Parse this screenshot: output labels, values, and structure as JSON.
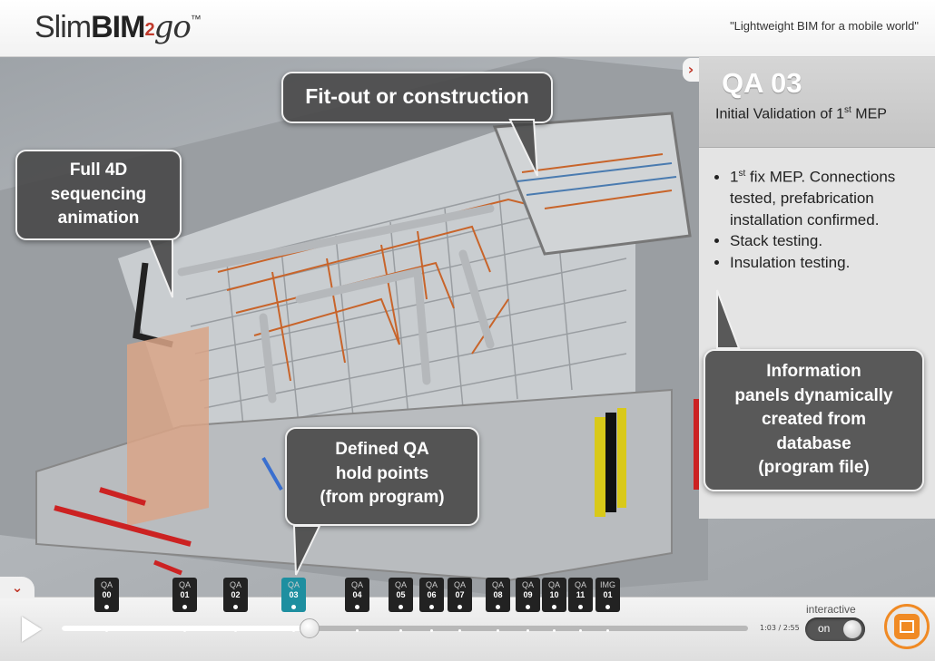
{
  "header": {
    "logo": {
      "slim": "Slim",
      "bim": "BIM",
      "two": "2",
      "go": "go",
      "tm": "™"
    },
    "tagline": "\"Lightweight BIM for a mobile world\""
  },
  "panel": {
    "title": "QA 03",
    "subtitle_pre": "Initial Validation of 1",
    "subtitle_sup": "st",
    "subtitle_post": " MEP",
    "bullets": [
      {
        "pre": "1",
        "sup": "st",
        "post": " fix MEP. Connections tested, prefabrication installation confirmed."
      },
      {
        "text": "Stack testing."
      },
      {
        "text": "Insulation testing."
      }
    ],
    "nav_icon": "chevron-right-icon"
  },
  "callouts": {
    "fitout": "Fit-out or construction",
    "sequencing": [
      "Full 4D",
      "sequencing",
      "animation"
    ],
    "holdpoints": [
      "Defined QA",
      "hold points",
      "(from program)"
    ],
    "info": [
      "Information",
      "panels dynamically",
      "created from",
      "database",
      "(program file)"
    ]
  },
  "timeline": {
    "markers": [
      {
        "top": "QA",
        "bottom": "00"
      },
      {
        "top": "QA",
        "bottom": "01"
      },
      {
        "top": "QA",
        "bottom": "02"
      },
      {
        "top": "QA",
        "bottom": "03",
        "active": true
      },
      {
        "top": "QA",
        "bottom": "04"
      },
      {
        "top": "QA",
        "bottom": "05"
      },
      {
        "top": "QA",
        "bottom": "06"
      },
      {
        "top": "QA",
        "bottom": "07"
      },
      {
        "top": "QA",
        "bottom": "08"
      },
      {
        "top": "QA",
        "bottom": "09"
      },
      {
        "top": "QA",
        "bottom": "10"
      },
      {
        "top": "QA",
        "bottom": "11"
      },
      {
        "top": "IMG",
        "bottom": "01"
      }
    ],
    "time": "1:03 / 2:55",
    "progress": 0.36,
    "interactive_label": "interactive",
    "toggle_label": "on",
    "play_icon": "play-icon",
    "film_icon": "film-icon",
    "collapse_icon": "chevron-down-icon"
  },
  "colors": {
    "accent": "#c0392b",
    "active_marker": "#1e8fa0",
    "film": "#f08a24",
    "callout_bg": "#464646"
  }
}
